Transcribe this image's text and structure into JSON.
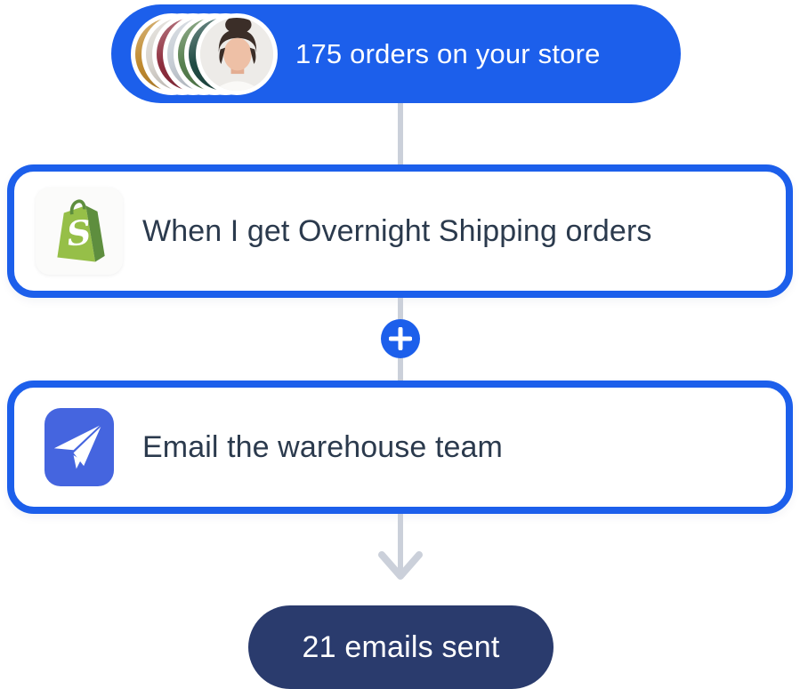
{
  "palette": {
    "brand_blue": "#1C5FEB",
    "navy": "#2A3B6D",
    "card_text": "#2B3A4D",
    "connector_gray": "#CBD0DA",
    "shopify_green": "#96BF48",
    "shopify_green_dark": "#5E8E3E",
    "email_icon_blue": "#4565DF",
    "white": "#FFFFFF"
  },
  "trigger_pill": {
    "label": "175 orders on your store"
  },
  "avatar_stack": {
    "colors": [
      "#C08A2F",
      "#D8D4CE",
      "#8E2E3E",
      "#C6CDD5",
      "#57804F",
      "#214C45",
      "#EDEBE8"
    ]
  },
  "steps": [
    {
      "icon": "shopify-icon",
      "label": "When I get Overnight Shipping orders"
    },
    {
      "icon": "paper-plane-icon",
      "label": "Email the warehouse team"
    }
  ],
  "icons": {
    "plus": "+",
    "arrow_down": "↓"
  },
  "result_pill": {
    "label": "21 emails sent"
  }
}
